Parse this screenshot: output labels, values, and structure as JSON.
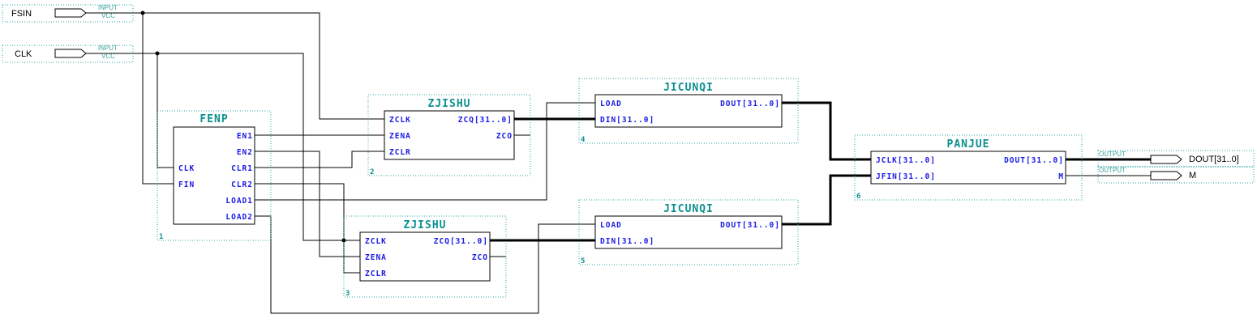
{
  "pins": {
    "fsin": {
      "name": "FSIN",
      "kind": "INPUT",
      "vcc": "VCC"
    },
    "clk": {
      "name": "CLK",
      "kind": "INPUT",
      "vcc": "VCC"
    },
    "dout": {
      "name": "DOUT[31..0]",
      "kind": "OUTPUT"
    },
    "m": {
      "name": "M",
      "kind": "OUTPUT"
    }
  },
  "blocks": {
    "fenp": {
      "title": "FENP",
      "instance": "1",
      "ports": {
        "clk": "CLK",
        "fin": "FIN",
        "en1": "EN1",
        "en2": "EN2",
        "clr1": "CLR1",
        "clr2": "CLR2",
        "load1": "LOAD1",
        "load2": "LOAD2"
      }
    },
    "zjishu1": {
      "title": "ZJISHU",
      "instance": "2",
      "ports": {
        "zclk": "ZCLK",
        "zena": "ZENA",
        "zclr": "ZCLR",
        "zcq": "ZCQ[31..0]",
        "zco": "ZCO"
      }
    },
    "zjishu2": {
      "title": "ZJISHU",
      "instance": "3",
      "ports": {
        "zclk": "ZCLK",
        "zena": "ZENA",
        "zclr": "ZCLR",
        "zcq": "ZCQ[31..0]",
        "zco": "ZCO"
      }
    },
    "jicunqi1": {
      "title": "JICUNQI",
      "instance": "4",
      "ports": {
        "load": "LOAD",
        "din": "DIN[31..0]",
        "dout": "DOUT[31..0]"
      }
    },
    "jicunqi2": {
      "title": "JICUNQI",
      "instance": "5",
      "ports": {
        "load": "LOAD",
        "din": "DIN[31..0]",
        "dout": "DOUT[31..0]"
      }
    },
    "panjue": {
      "title": "PANJUE",
      "instance": "6",
      "ports": {
        "jclk": "JCLK[31..0]",
        "jfin": "JFIN[31..0]",
        "dout": "DOUT[31..0]",
        "m": "M"
      }
    }
  }
}
